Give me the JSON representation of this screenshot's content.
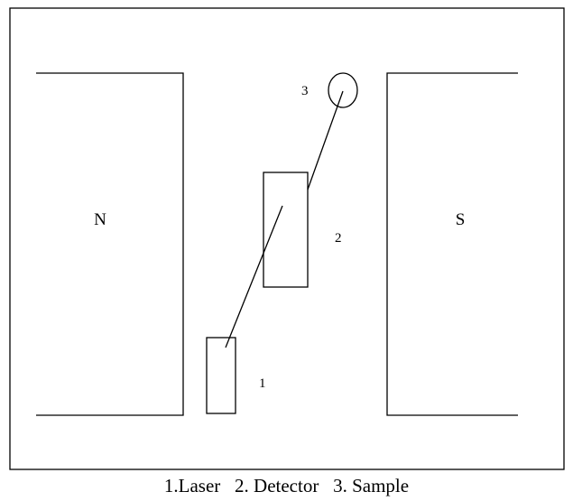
{
  "diagram": {
    "magnets": {
      "north_label": "N",
      "south_label": "S"
    },
    "components": [
      {
        "number": "1",
        "name": "Laser"
      },
      {
        "number": "2",
        "name": "Detector"
      },
      {
        "number": "3",
        "name": "Sample"
      }
    ],
    "caption": "1.Laser   2. Detector   3. Sample"
  }
}
